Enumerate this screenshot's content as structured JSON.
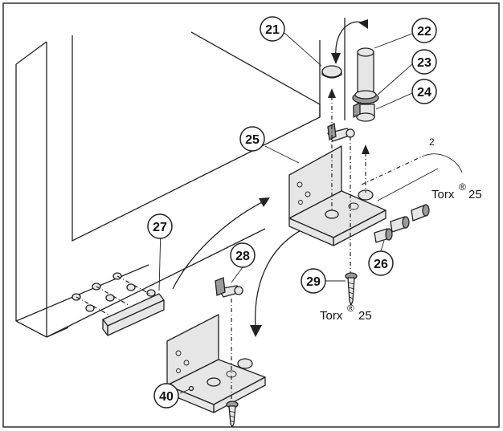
{
  "callouts": {
    "c21": "21",
    "c22": "22",
    "c23": "23",
    "c24": "24",
    "c25": "25",
    "c26": "26",
    "c27": "27",
    "c28": "28",
    "c29": "29",
    "c40": "40"
  },
  "labels": {
    "torx_top": "Torx",
    "torx_top_size": "25",
    "torx_bottom": "Torx",
    "torx_bottom_size": "25",
    "registered": "®",
    "leader_2": "2"
  },
  "colors": {
    "ink": "#222222",
    "fill": "#e6e6e6",
    "shade": "#9a9a9a"
  }
}
